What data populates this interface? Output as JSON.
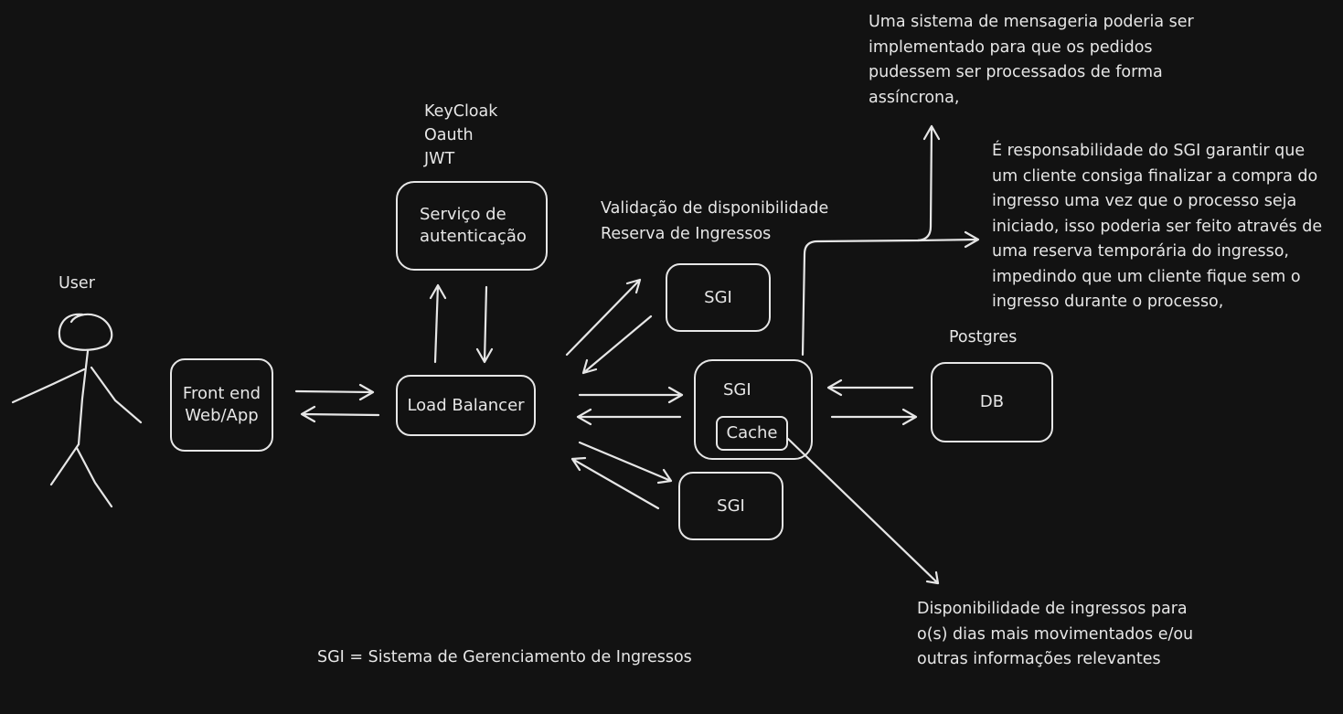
{
  "actor": {
    "label": "User"
  },
  "nodes": {
    "frontend": {
      "line1": "Front end",
      "line2": "Web/App"
    },
    "load_balancer": {
      "label": "Load Balancer"
    },
    "auth": {
      "line1": "Serviço de",
      "line2": "autenticação"
    },
    "sgi_top": {
      "label": "SGI"
    },
    "sgi_main": {
      "label": "SGI"
    },
    "cache": {
      "label": "Cache"
    },
    "sgi_bottom": {
      "label": "SGI"
    },
    "db": {
      "label": "DB"
    }
  },
  "labels": {
    "auth_tech": [
      "KeyCloak",
      "Oauth",
      "JWT"
    ],
    "sgi_functions": [
      "Validação de disponibilidade",
      "Reserva de Ingressos"
    ],
    "postgres": "Postgres",
    "legend": "SGI = Sistema de Gerenciamento de Ingressos"
  },
  "notes": {
    "messaging": [
      "Uma sistema de mensageria poderia ser",
      "implementado para que os pedidos",
      "pudessem ser processados de forma",
      "assíncrona,"
    ],
    "responsibility": [
      "É responsabilidade do SGI garantir que",
      "um cliente consiga finalizar a compra do",
      "ingresso uma vez que o processo seja",
      "iniciado, isso poderia ser feito através de",
      "uma reserva temporária do ingresso,",
      "impedindo que um cliente fique sem o",
      "ingresso durante o processo,"
    ],
    "cache": [
      "Disponibilidade de ingressos para",
      "o(s) dias mais movimentados e/ou",
      "outras informações relevantes"
    ]
  },
  "colors": {
    "background": "#121212",
    "stroke": "#e6e6e6"
  }
}
